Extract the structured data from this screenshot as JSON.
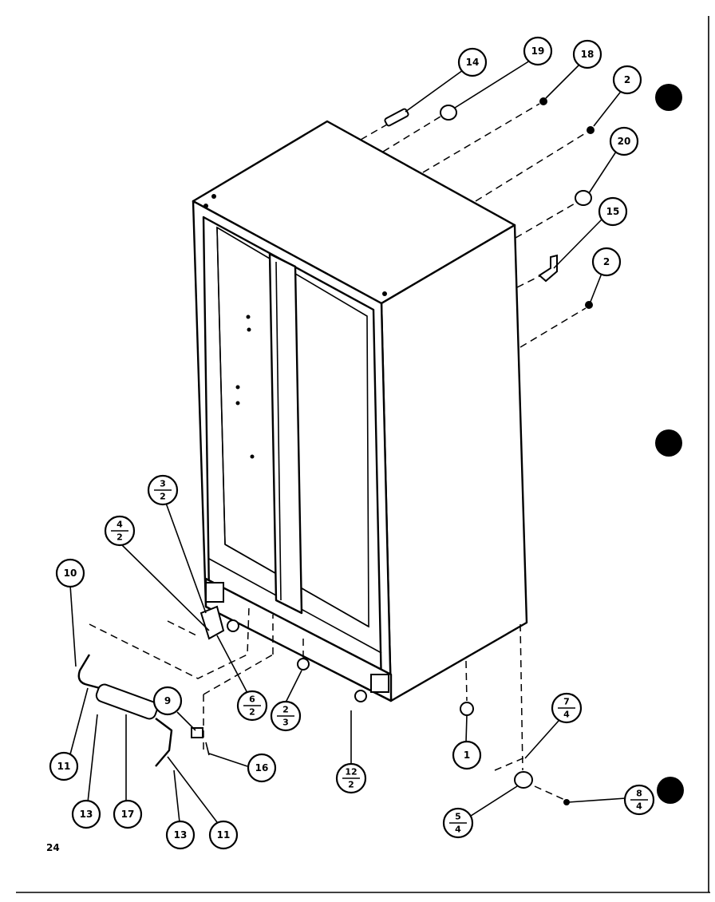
{
  "page_number": "24",
  "callouts": [
    {
      "id": "c14",
      "label": "14"
    },
    {
      "id": "c19",
      "label": "19"
    },
    {
      "id": "c18",
      "label": "18"
    },
    {
      "id": "c2a",
      "label": "2"
    },
    {
      "id": "c20",
      "label": "20"
    },
    {
      "id": "c15",
      "label": "15"
    },
    {
      "id": "c2b",
      "label": "2"
    },
    {
      "id": "c10",
      "label": "10"
    },
    {
      "id": "c9",
      "label": "9"
    },
    {
      "id": "c16",
      "label": "16"
    },
    {
      "id": "c1",
      "label": "1"
    },
    {
      "id": "c11a",
      "label": "11"
    },
    {
      "id": "c13a",
      "label": "13"
    },
    {
      "id": "c17",
      "label": "17"
    },
    {
      "id": "c13b",
      "label": "13"
    },
    {
      "id": "c11b",
      "label": "11"
    }
  ],
  "fraction_callouts": [
    {
      "id": "f32",
      "top": "3",
      "bottom": "2"
    },
    {
      "id": "f42",
      "top": "4",
      "bottom": "2"
    },
    {
      "id": "f62",
      "top": "6",
      "bottom": "2"
    },
    {
      "id": "f23",
      "top": "2",
      "bottom": "3"
    },
    {
      "id": "f122",
      "top": "12",
      "bottom": "2"
    },
    {
      "id": "f74",
      "top": "7",
      "bottom": "4"
    },
    {
      "id": "f84",
      "top": "8",
      "bottom": "4"
    },
    {
      "id": "f54",
      "top": "5",
      "bottom": "4"
    }
  ]
}
